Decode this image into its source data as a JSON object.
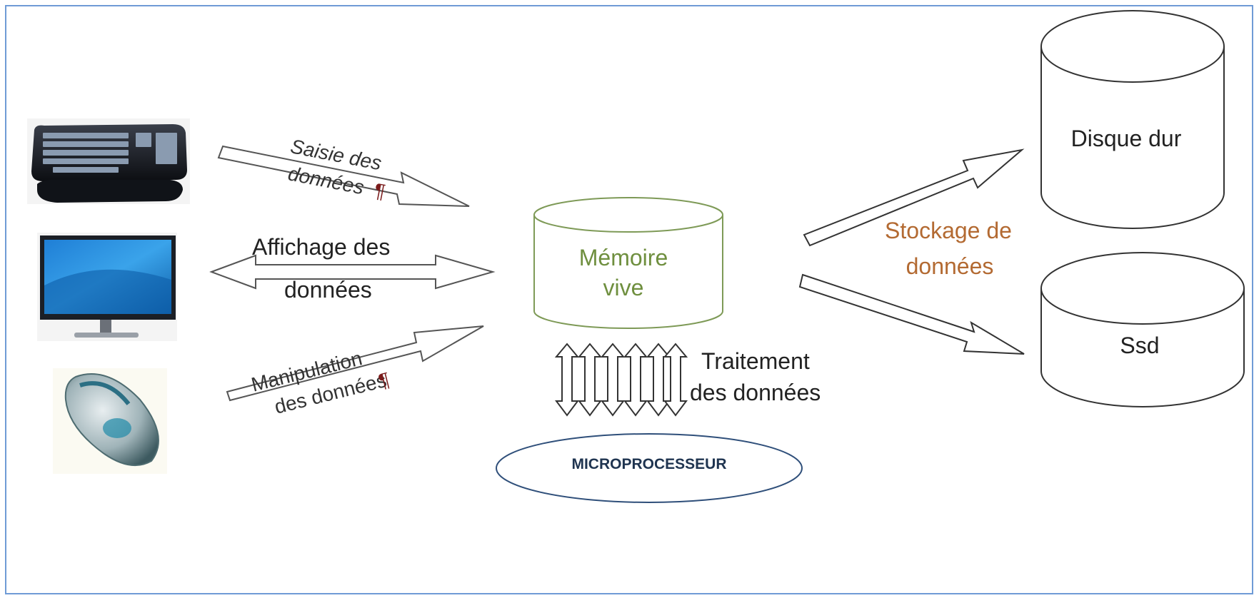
{
  "labels": {
    "input": [
      "Saisie des",
      "données"
    ],
    "display": [
      "Affichage des",
      "données"
    ],
    "manipulation": [
      "Manipulation",
      "des données"
    ],
    "processing": [
      "Traitement",
      "des données"
    ],
    "storage": [
      "Stockage de",
      "données"
    ]
  },
  "nodes": {
    "ram": [
      "Mémoire",
      "vive"
    ],
    "cpu": "MICROPROCESSEUR",
    "hdd": "Disque dur",
    "ssd": "Ssd"
  },
  "colors": {
    "frame": "#6f9bd6",
    "ram_stroke": "#7e9a57",
    "ram_text": "#6f8f3f",
    "storage_text": "#b36a32",
    "cpu_stroke": "#2f4f7a",
    "cpu_text": "#1f3450"
  },
  "icons": [
    "keyboard-icon",
    "monitor-icon",
    "mouse-icon"
  ]
}
